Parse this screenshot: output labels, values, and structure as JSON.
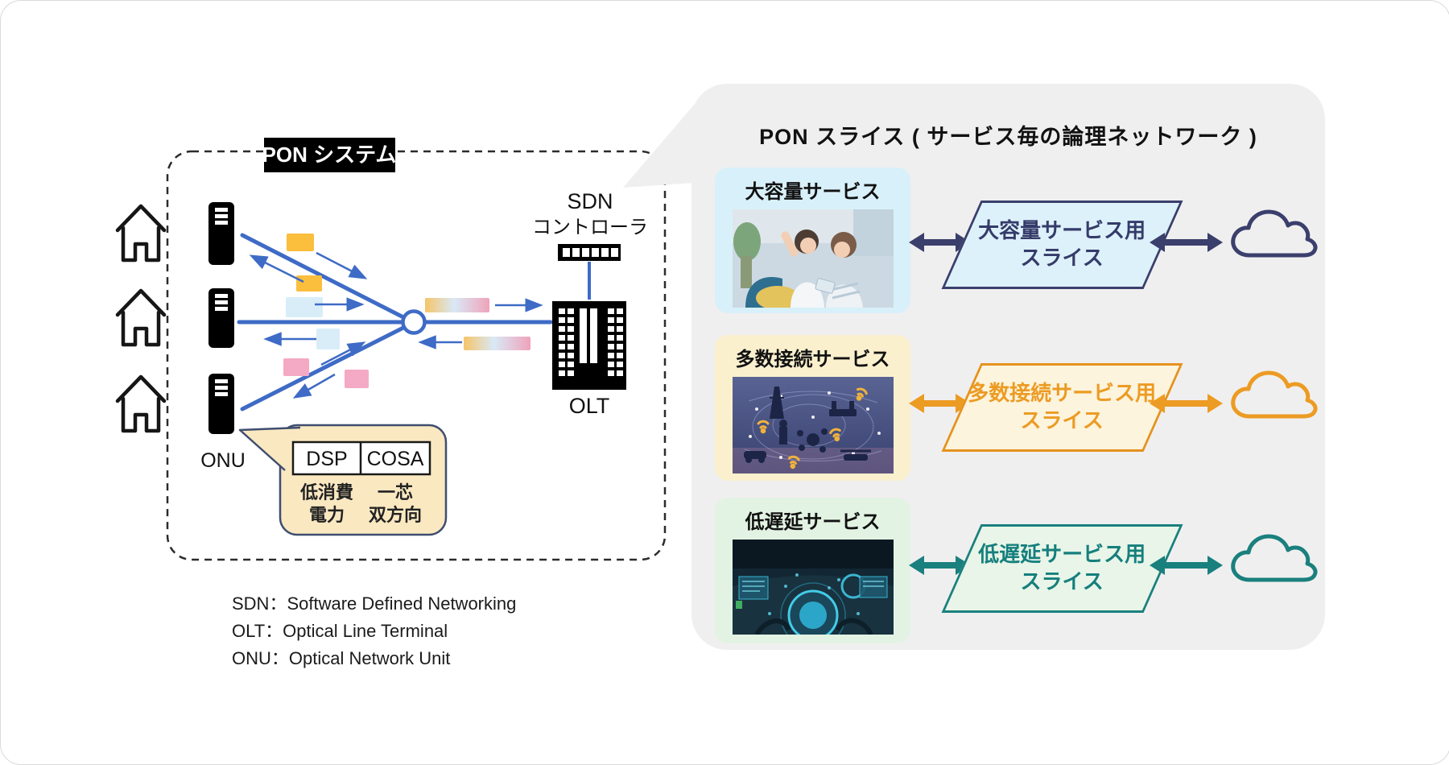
{
  "figure": {
    "pon_system": {
      "title": "PON システム",
      "onu_label": "ONU",
      "olt_label": "OLT",
      "sdn_controller_line1": "SDN",
      "sdn_controller_line2": "コントローラ",
      "callout": {
        "dsp": "DSP",
        "cosa": "COSA",
        "dsp_note_line1": "低消費",
        "dsp_note_line2": "電力",
        "cosa_note_line1": "一芯",
        "cosa_note_line2": "双方向"
      },
      "colors": {
        "fiber": "#3e6bc6",
        "packet_orange": "#fbbe3d",
        "packet_lightblue": "#d8edf8",
        "packet_pink": "#f4a9c4"
      }
    },
    "slice_panel": {
      "title": "PON スライス ( サービス毎の論理ネットワーク )",
      "rows": [
        {
          "service_label": "大容量サービス",
          "slice_line1": "大容量サービス用",
          "slice_line2": "スライス",
          "photo": "people-watching-smartphone",
          "accent": "#3a3f6c",
          "card_bg": "#d8f0f9",
          "shape_bg": "#ddf1fa"
        },
        {
          "service_label": "多数接続サービス",
          "slice_line1": "多数接続サービス用",
          "slice_line2": "スライス",
          "photo": "iot-city-network",
          "accent": "#ec9b23",
          "card_bg": "#fbf0ce",
          "shape_bg": "#fcf4dd"
        },
        {
          "service_label": "低遅延サービス",
          "slice_line1": "低遅延サービス用",
          "slice_line2": "スライス",
          "photo": "connected-car-cockpit",
          "accent": "#1a807e",
          "card_bg": "#e3f3e3",
          "shape_bg": "#e8f5e8"
        }
      ]
    },
    "legend": [
      "SDN：Software Defined Networking",
      "OLT：Optical Line Terminal",
      "ONU：Optical Network Unit"
    ]
  }
}
